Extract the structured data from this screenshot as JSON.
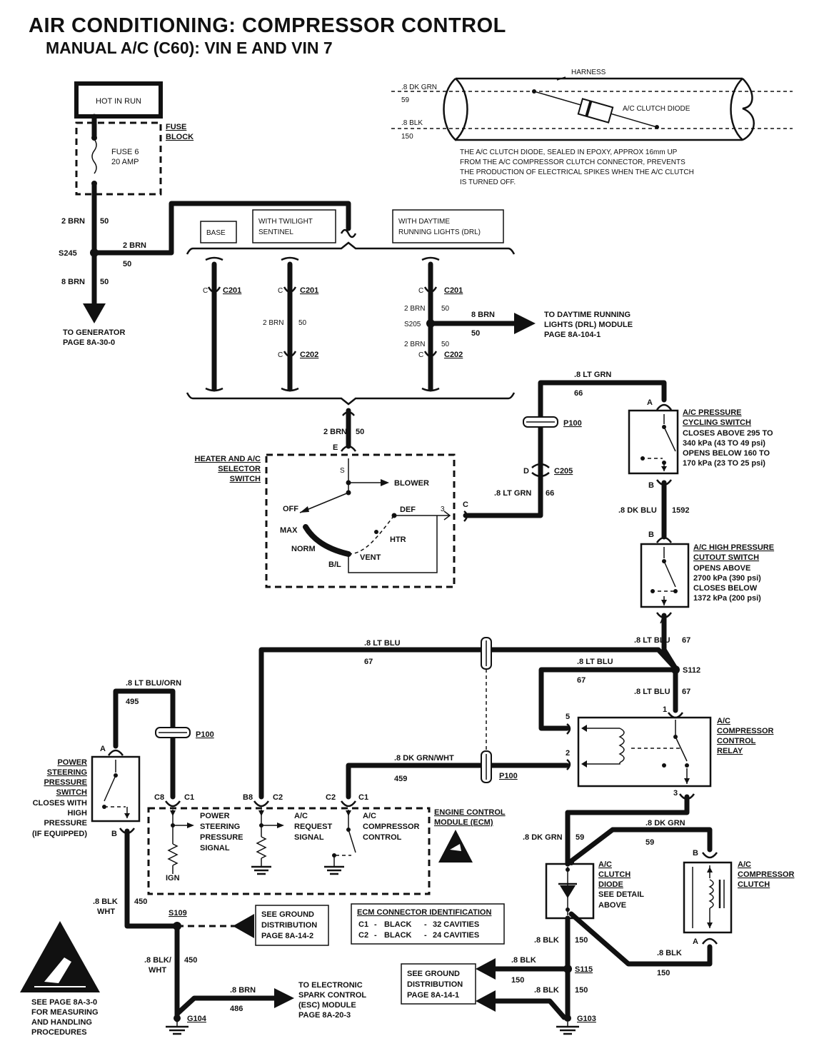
{
  "title": "AIR CONDITIONING:  COMPRESSOR CONTROL",
  "subtitle": "MANUAL A/C (C60):  VIN E  AND  VIN 7",
  "hot_in_run": "HOT IN RUN",
  "fuse_block": [
    "FUSE",
    "BLOCK"
  ],
  "fuse": [
    "FUSE 6",
    "20 AMP"
  ],
  "harness_detail": {
    "harness": "HARNESS",
    "wire1": ".8 DK GRN",
    "wire1_num": "59",
    "wire2": ".8 BLK",
    "wire2_num": "150",
    "diode": "A/C CLUTCH DIODE",
    "note": [
      "THE A/C CLUTCH DIODE, SEALED IN EPOXY, APPROX 16mm UP",
      "FROM THE A/C COMPRESSOR CLUTCH CONNECTOR, PREVENTS",
      "THE PRODUCTION OF ELECTRICAL SPIKES WHEN THE A/C CLUTCH",
      "IS TURNED OFF."
    ]
  },
  "feed": {
    "w_top": "2 BRN",
    "w_top_num": "50",
    "splice": "S245",
    "w_right": "2 BRN",
    "w_right_num": "50",
    "w_down": "8 BRN",
    "w_down_num": "50",
    "to_generator": [
      "TO GENERATOR",
      "PAGE 8A-30-0"
    ]
  },
  "options": {
    "base": "BASE",
    "twilight": [
      "WITH TWILIGHT",
      "SENTINEL"
    ],
    "drl": [
      "WITH DAYTIME",
      "RUNNING LIGHTS (DRL)"
    ],
    "c": "C",
    "c201": "C201",
    "c202": "C202",
    "brn": "2 BRN",
    "brn_num": "50",
    "splice": "S205",
    "drl_wire": "8 BRN",
    "drl_wire_num": "50",
    "drl_to": [
      "TO DAYTIME RUNNING",
      "LIGHTS (DRL) MODULE",
      "PAGE 8A-104-1"
    ]
  },
  "selector": {
    "feed_wire": "2 BRN",
    "feed_num": "50",
    "pin_e": "E",
    "label": [
      "HEATER AND A/C",
      "SELECTOR",
      "SWITCH"
    ],
    "s": "S",
    "blower": "BLOWER",
    "off": "OFF",
    "max": "MAX",
    "norm": "NORM",
    "bl": "B/L",
    "vent": "VENT",
    "htr": "HTR",
    "def": "DEF",
    "pin3": "3",
    "pin_c": "C",
    "out_wire": ".8 LT GRN",
    "out_num": "66"
  },
  "ltgrn_top": ".8 LT GRN",
  "ltgrn_top_num": "66",
  "p100": "P100",
  "c205": "C205",
  "pin_d": "D",
  "cycling": {
    "pin_a": "A",
    "pin_b": "B",
    "label": [
      "A/C PRESSURE",
      "CYCLING SWITCH"
    ],
    "desc": [
      "CLOSES ABOVE 295 TO",
      "340 kPa (43 TO 49 psi)",
      "OPENS BELOW 160 TO",
      "170 kPa (23 TO 25 psi)"
    ]
  },
  "dkblu_wire": ".8 DK BLU",
  "dkblu_num": "1592",
  "hp_cutout": {
    "pin_b": "B",
    "pin_a": "A",
    "label": [
      "A/C HIGH PRESSURE",
      "CUTOUT SWITCH"
    ],
    "desc": [
      "OPENS ABOVE",
      "2700 kPa (390 psi)",
      "CLOSES BELOW",
      "1372 kPa (200 psi)"
    ]
  },
  "ltblu": {
    "w1": ".8 LT BLU",
    "w1_num": "67",
    "splice": "S112",
    "w_top": ".8 LT BLU",
    "w_top_num": "67",
    "w_relay": ".8 LT BLU",
    "w_relay_num": "67",
    "w_down": ".8 LT BLU",
    "w_down_num": "67"
  },
  "relay": {
    "pin1": "1",
    "pin5": "5",
    "pin2": "2",
    "pin3": "3",
    "label": [
      "A/C",
      "COMPRESSOR",
      "CONTROL",
      "RELAY"
    ]
  },
  "dkgrnwht": ".8 DK GRN/WHT",
  "dkgrnwht_num": "459",
  "p100b": "P100",
  "ltbluorn": ".8 LT BLU/ORN",
  "ltbluorn_num": "495",
  "p100c": "P100",
  "ps_switch": {
    "pin_a": "A",
    "pin_b": "B",
    "label": [
      "POWER",
      "STEERING",
      "PRESSURE",
      "SWITCH"
    ],
    "desc": [
      "CLOSES WITH",
      "HIGH",
      "PRESSURE",
      "(IF EQUIPPED)"
    ]
  },
  "ecm": {
    "c8": "C8",
    "c1": "C1",
    "b8": "B8",
    "c2": "C2",
    "c2b": "C2",
    "c1b": "C1",
    "ps_signal": [
      "POWER",
      "STEERING",
      "PRESSURE",
      "SIGNAL"
    ],
    "request": [
      "A/C",
      "REQUEST",
      "SIGNAL"
    ],
    "control": [
      "A/C",
      "COMPRESSOR",
      "CONTROL"
    ],
    "ign": "IGN",
    "label": [
      "ENGINE CONTROL",
      "MODULE (ECM)"
    ]
  },
  "ecm_conn": {
    "title": "ECM CONNECTOR IDENTIFICATION",
    "rows": [
      [
        "C1",
        "-",
        "BLACK",
        "-",
        "32 CAVITIES"
      ],
      [
        "C2",
        "-",
        "BLACK",
        "-",
        "24 CAVITIES"
      ]
    ]
  },
  "ground_left": {
    "w1": ".8 BLK",
    "w1b": "WHT",
    "w1_num": "450",
    "splice": "S109",
    "see": [
      "SEE GROUND",
      "DISTRIBUTION",
      "PAGE 8A-14-2"
    ],
    "w2": ".8 BLK/",
    "w2b": "WHT",
    "w2_num": "450",
    "esc_wire": ".8 BRN",
    "esc_num": "486",
    "esc": [
      "TO ELECTRONIC",
      "SPARK CONTROL",
      "(ESC) MODULE",
      "PAGE 8A-20-3"
    ],
    "ground": "G104"
  },
  "esd_note": [
    "SEE PAGE 8A-3-0",
    "FOR MEASURING",
    "AND HANDLING",
    "PROCEDURES"
  ],
  "clutch_area": {
    "dkgrn": ".8 DK GRN",
    "dkgrn_num": "59",
    "dkgrn2": ".8 DK GRN",
    "dkgrn2_num": "59",
    "diode": [
      "A/C",
      "CLUTCH",
      "DIODE",
      "SEE DETAIL",
      "ABOVE"
    ],
    "clutch": [
      "A/C",
      "COMPRESSOR",
      "CLUTCH"
    ],
    "pin_b": "B",
    "pin_a": "A",
    "blk1": ".8 BLK",
    "blk1_num": "150",
    "blk2": ".8 BLK",
    "blk2_num": "150",
    "blk3": ".8 BLK",
    "blk3_num": "150",
    "blk4": ".8 BLK",
    "blk4_num": "150",
    "splice": "S115",
    "see": [
      "SEE GROUND",
      "DISTRIBUTION",
      "PAGE 8A-14-1"
    ],
    "ground": "G103"
  }
}
